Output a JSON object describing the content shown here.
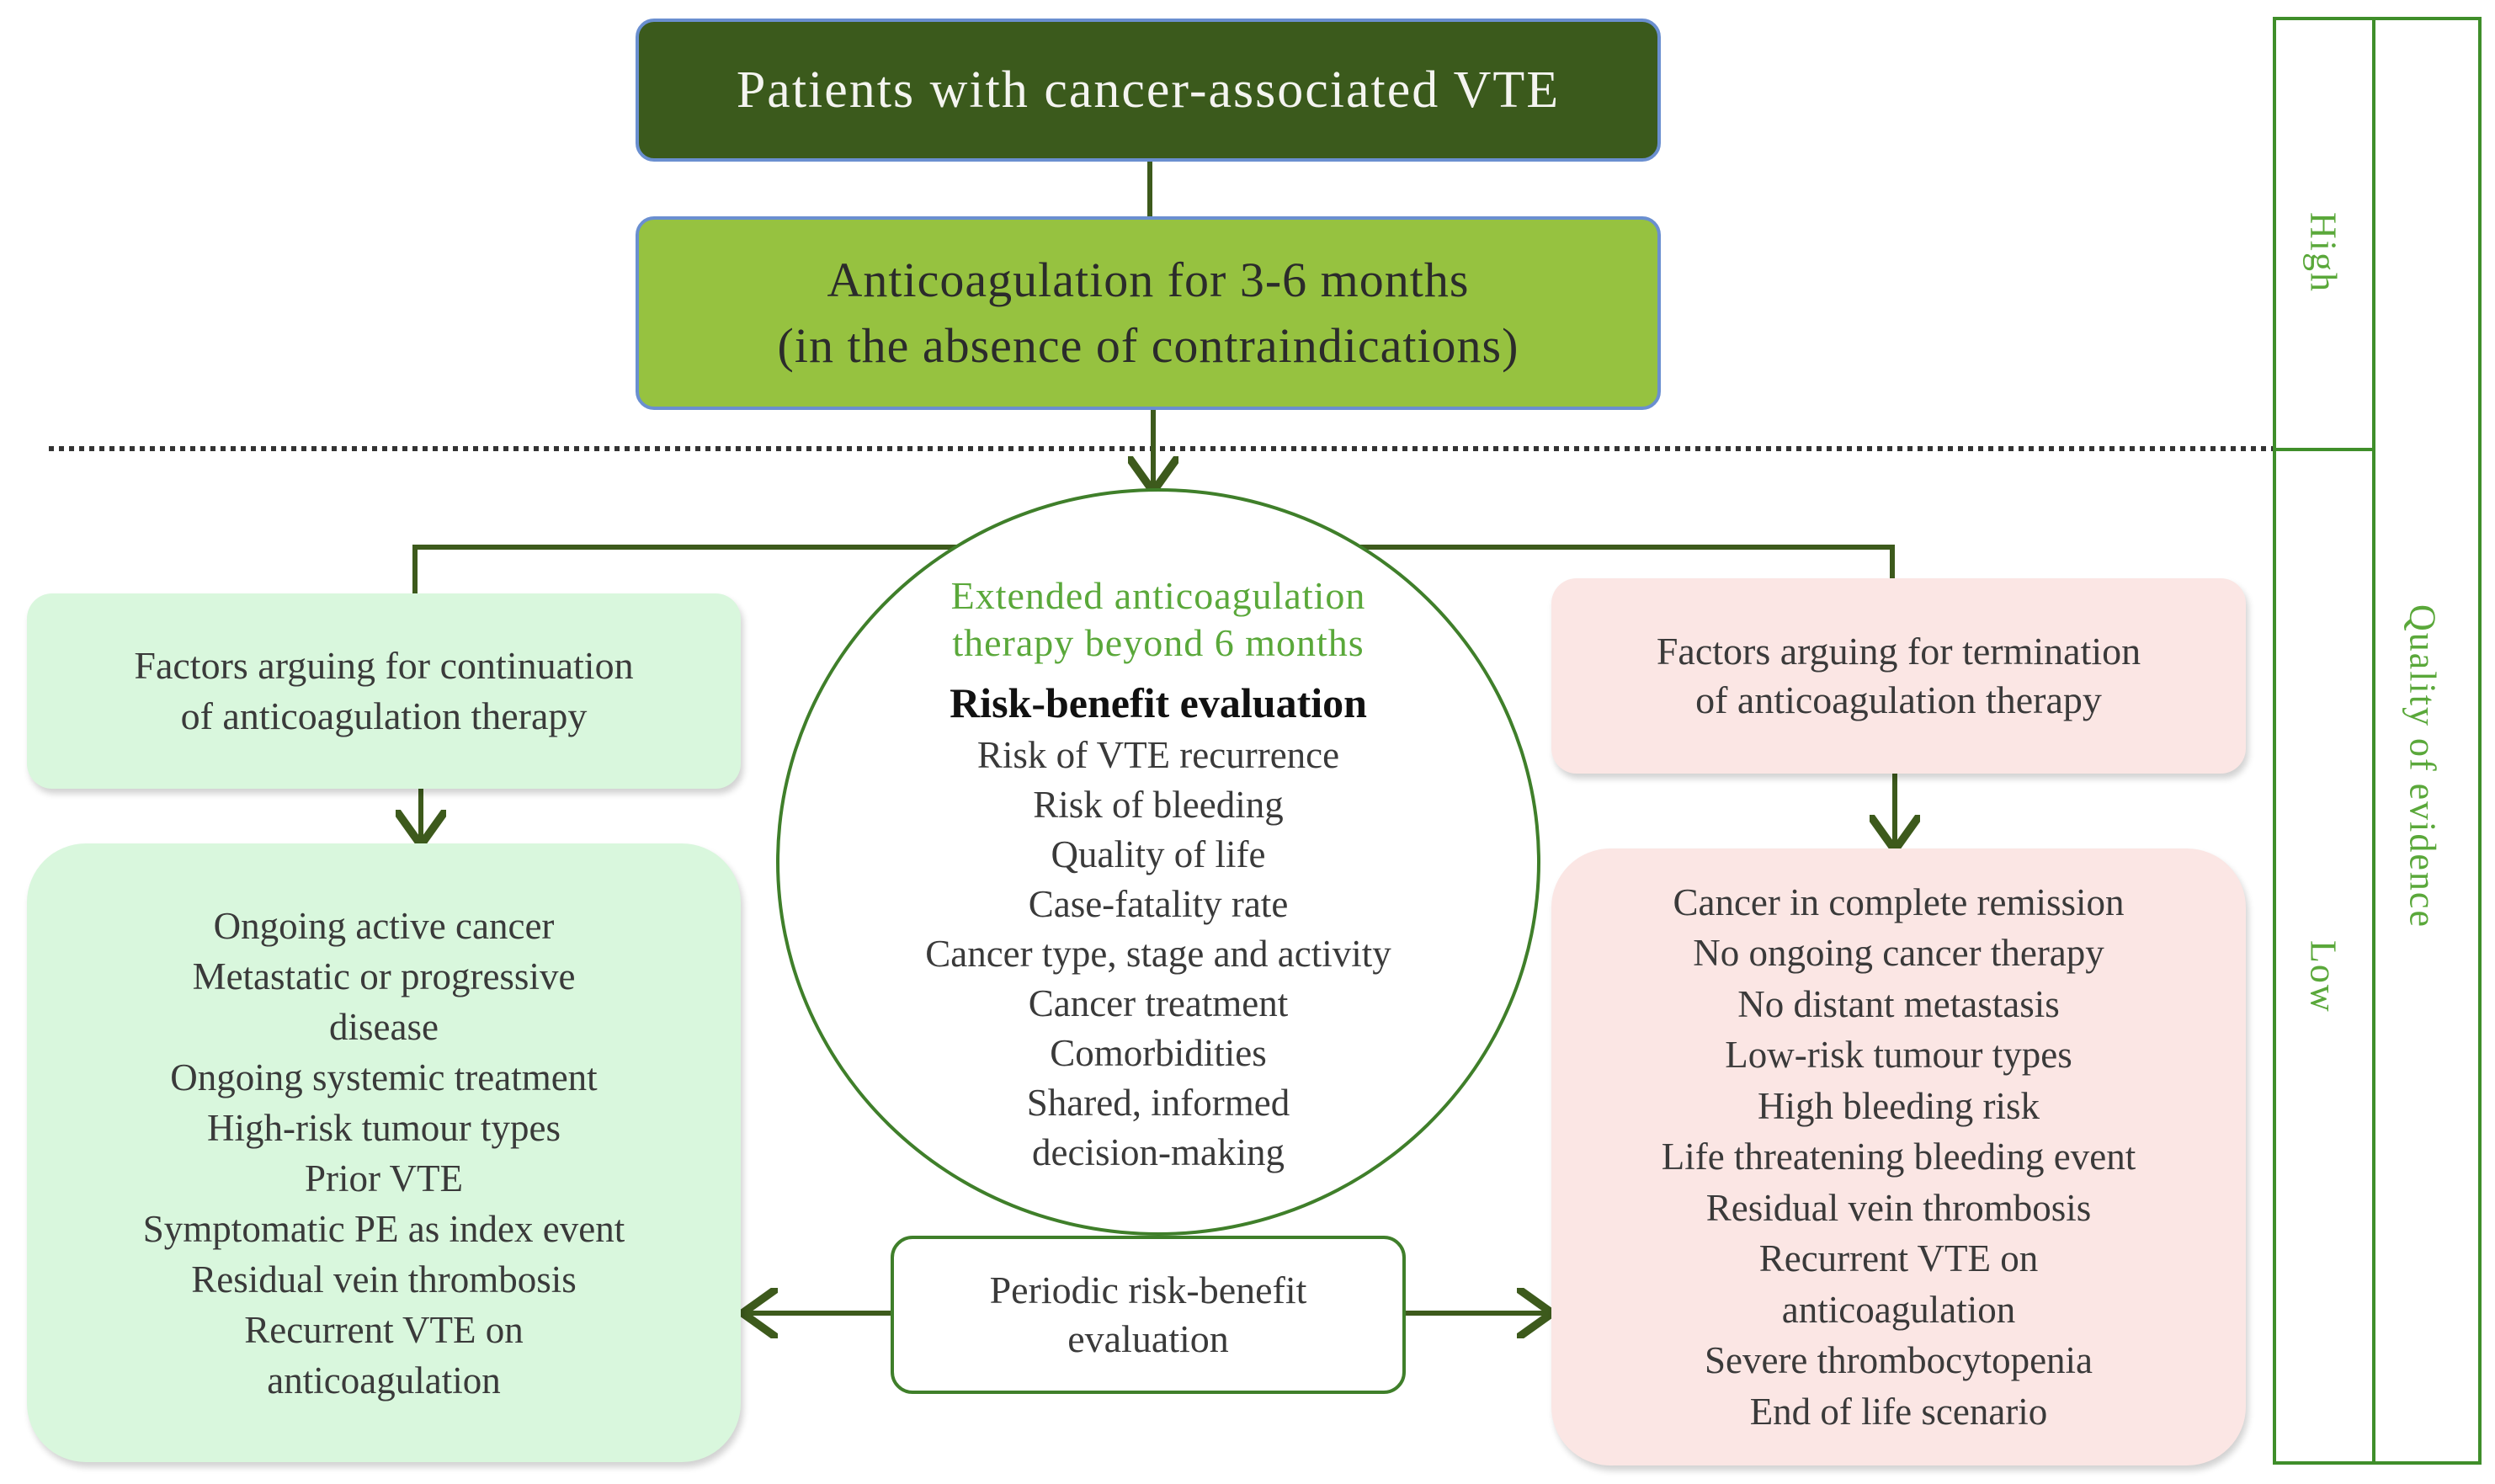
{
  "colors": {
    "dark_green": "#3b5a1c",
    "light_green": "#96c240",
    "mint": "#d9f7dd",
    "pink": "#fbe6e4",
    "line_green": "#3f7f2a",
    "accent_green_text": "#5aa83a",
    "box_border_blue": "#6a8fd0"
  },
  "top_box": {
    "text": "Patients with cancer-associated VTE"
  },
  "anticoagulation_box": {
    "line1": "Anticoagulation for 3-6 months",
    "line2": "(in the absence of contraindications)"
  },
  "left_factor": {
    "line1": "Factors arguing for continuation",
    "line2": "of anticoagulation therapy"
  },
  "left_list": [
    "Ongoing active cancer",
    "Metastatic or progressive",
    "disease",
    "Ongoing systemic treatment",
    "High-risk tumour types",
    "Prior VTE",
    "Symptomatic PE as index event",
    "Residual vein thrombosis",
    "Recurrent VTE on",
    "anticoagulation"
  ],
  "center_circle": {
    "title_line1": "Extended anticoagulation",
    "title_line2": "therapy beyond 6 months",
    "subtitle": "Risk-benefit evaluation",
    "items": [
      "Risk of VTE recurrence",
      "Risk of bleeding",
      "Quality of life",
      "Case-fatality rate",
      "Cancer type, stage and activity",
      "Cancer treatment",
      "Comorbidities",
      "Shared, informed",
      "decision-making"
    ]
  },
  "periodic_box": {
    "line1": "Periodic risk-benefit",
    "line2": "evaluation"
  },
  "right_factor": {
    "line1": "Factors arguing for termination",
    "line2": "of anticoagulation therapy"
  },
  "right_list": [
    "Cancer in complete remission",
    "No ongoing cancer therapy",
    "No distant metastasis",
    "Low-risk tumour types",
    "High bleeding risk",
    "Life threatening bleeding event",
    "Residual vein thrombosis",
    "Recurrent VTE on",
    "anticoagulation",
    "Severe thrombocytopenia",
    "End of life scenario"
  ],
  "quality_scale": {
    "high": "High",
    "low": "Low",
    "title": "Quality of evidence"
  }
}
